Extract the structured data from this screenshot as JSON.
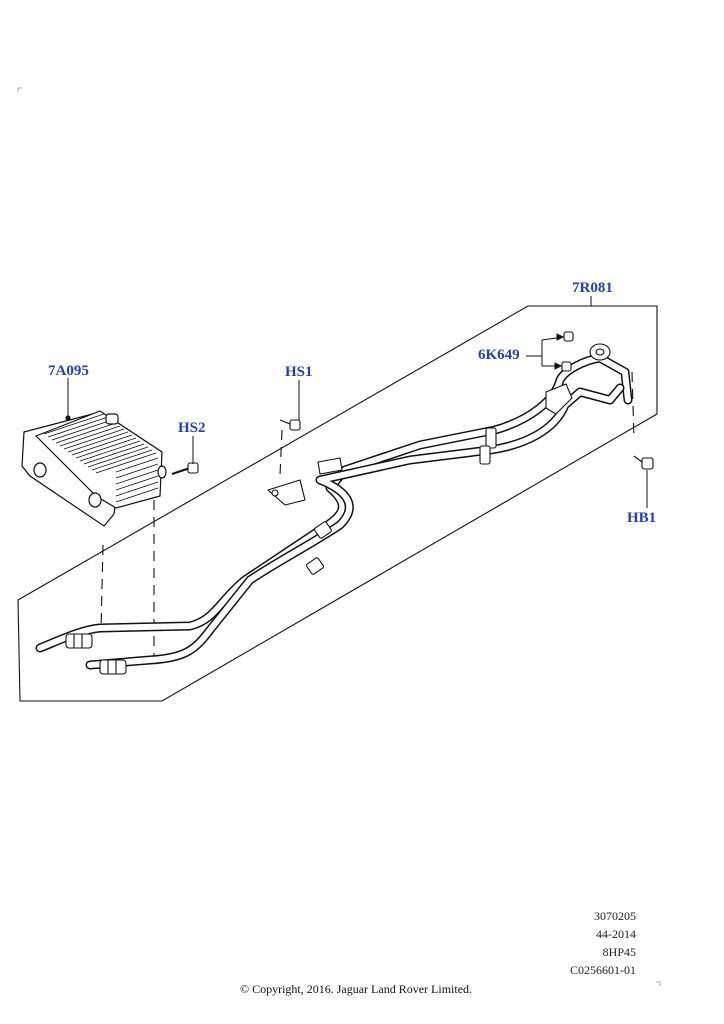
{
  "accent_color": "#1f3fbf",
  "line_color": "#111111",
  "callouts": {
    "cooler": "7A095",
    "hose_assembly": "7R081",
    "bolt_hs1": "HS1",
    "bolt_hs2": "HS2",
    "clips": "6K649",
    "bolt_hb1": "HB1"
  },
  "meta": {
    "line1": "3070205",
    "line2": "44-2014",
    "line3": "8HP45",
    "line4": "C0256601-01"
  },
  "copyright": "© Copyright, 2016. Jaguar Land Rover Limited."
}
